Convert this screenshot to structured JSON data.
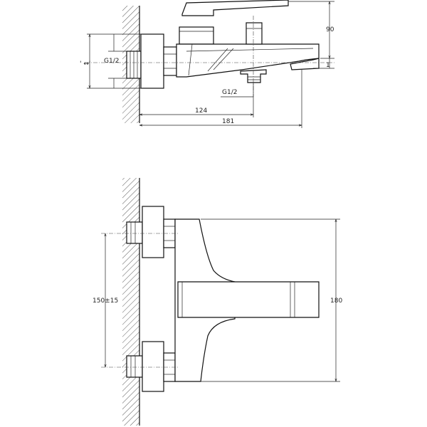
{
  "side_view": {
    "dim_height": "90",
    "dim_spout_gap": "1",
    "thread_left": "G1/2",
    "thread_bottom": "G1/2",
    "dim_outlet": "124",
    "dim_total": "181",
    "dim_small_left": "' ↔'"
  },
  "front_view": {
    "dim_centers": "150±15",
    "dim_height": "180"
  }
}
